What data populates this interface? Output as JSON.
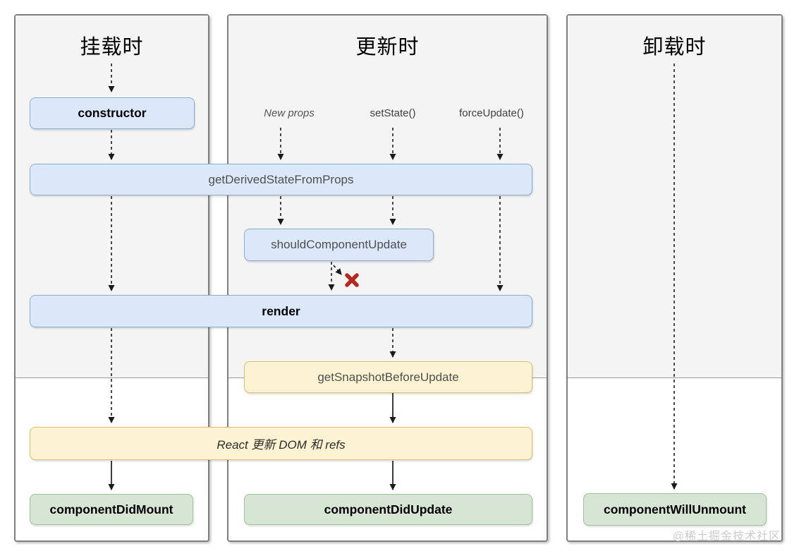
{
  "diagram": {
    "columns": [
      {
        "title": "挂载时"
      },
      {
        "title": "更新时"
      },
      {
        "title": "卸载时"
      }
    ],
    "triggers": [
      {
        "label": "New props"
      },
      {
        "label": "setState()"
      },
      {
        "label": "forceUpdate()"
      }
    ],
    "nodes": {
      "ctor": "constructor",
      "getDerivedStateFromProps": "getDerivedStateFromProps",
      "shouldComponentUpdate": "shouldComponentUpdate",
      "render": "render",
      "getSnapshotBeforeUpdate": "getSnapshotBeforeUpdate",
      "reactUpdatesDom": "React 更新 DOM 和 refs",
      "componentDidMount": "componentDidMount",
      "componentDidUpdate": "componentDidUpdate",
      "componentWillUnmount": "componentWillUnmount"
    },
    "watermark": "@稀土掘金技术社区",
    "colors": {
      "lifecycle_box": "#dbe8fa",
      "lifecycle_box_border": "#8caccf",
      "dom_phase_box": "#fdf3d2",
      "dom_phase_box_border": "#dcbf6e",
      "commit_box": "#d7e6d4",
      "commit_box_border": "#9fc29a",
      "panel_bg": "#f4f4f4",
      "cancel_mark": "#b5281e"
    }
  }
}
